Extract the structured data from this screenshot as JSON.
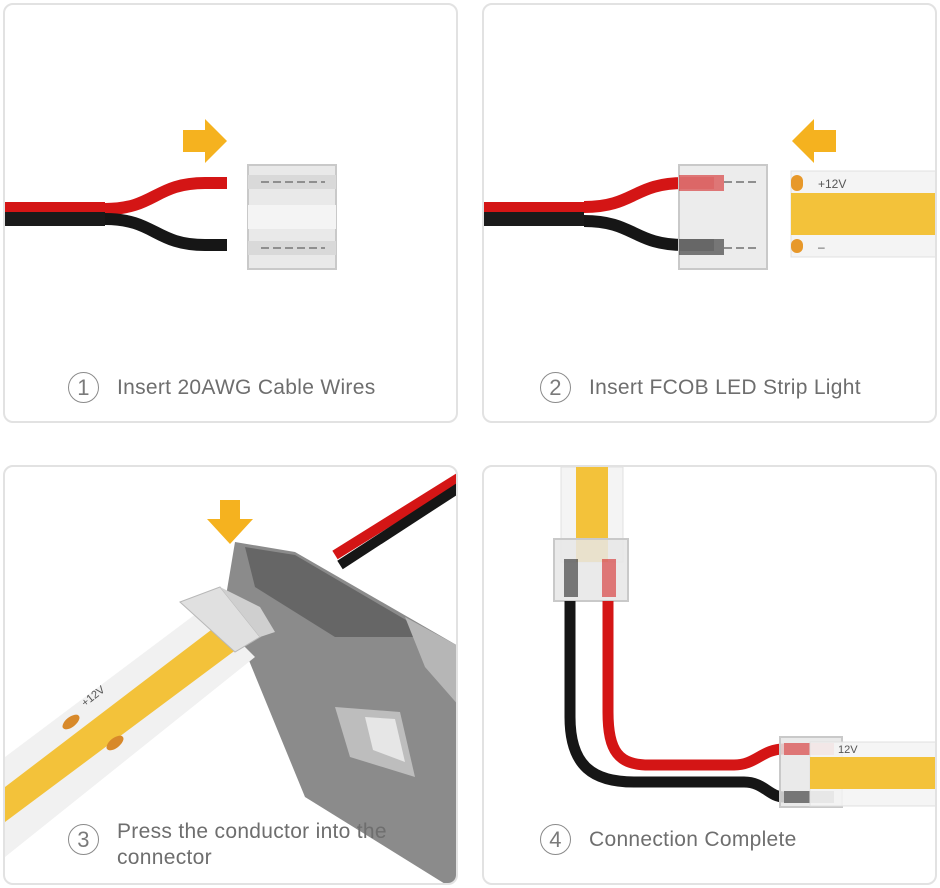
{
  "steps": [
    {
      "number": "1",
      "caption": "Insert 20AWG Cable Wires"
    },
    {
      "number": "2",
      "caption": "Insert FCOB LED Strip Light"
    },
    {
      "number": "3",
      "caption": "Press the conductor into the connector"
    },
    {
      "number": "4",
      "caption": "Connection Complete"
    }
  ],
  "strip_labels": {
    "positive": "+12V",
    "negative": "–",
    "positive_short": "12V"
  },
  "colors": {
    "arrow": "#f5b21f",
    "red_wire": "#d41515",
    "black_wire": "#161616",
    "strip": "#f3c23a",
    "connector": "#e6e6e6",
    "panel_border": "#e2e2e2"
  }
}
